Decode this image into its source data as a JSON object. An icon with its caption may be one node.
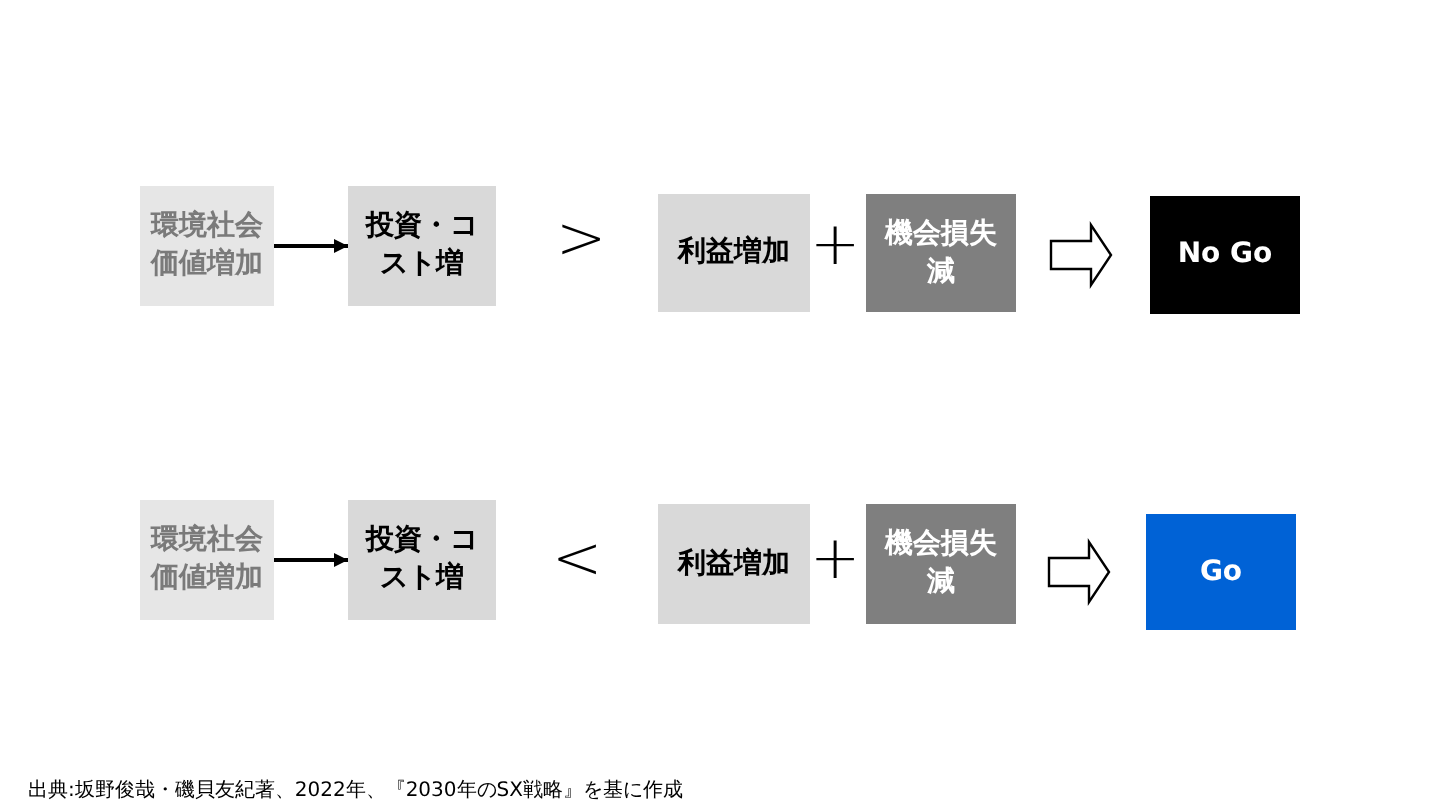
{
  "diagram": {
    "caption": "出典:坂野俊哉・磯貝友紀著、2022年、『2030年のSX戦略』を基に作成",
    "nodes": [
      {
        "text": [
          "環境社会価値増加"
        ]
      },
      {
        "text": [
          "投資・コスト増"
        ]
      },
      {
        "text": [
          "利益増加"
        ]
      },
      {
        "text": [
          "機会損失減"
        ]
      },
      {
        "text": [
          "No Go"
        ]
      },
      {
        "text": [
          "環境社会価値増加"
        ]
      },
      {
        "text": [
          "投資・コスト増"
        ]
      },
      {
        "text": [
          "利益増加"
        ]
      },
      {
        "text": [
          "機会損失減"
        ]
      },
      {
        "text": [
          "Go"
        ]
      }
    ],
    "edges": [
      {
        "from": 0,
        "to": 1,
        "arrow": "to"
      },
      {
        "from": 3,
        "to": 4,
        "arrow": "to",
        "style": "thick"
      },
      {
        "from": 5,
        "to": 6,
        "arrow": "to"
      },
      {
        "from": 8,
        "to": 9,
        "arrow": "to",
        "style": "thick"
      }
    ],
    "labels": [
      ">",
      "+",
      "<",
      "+"
    ]
  }
}
